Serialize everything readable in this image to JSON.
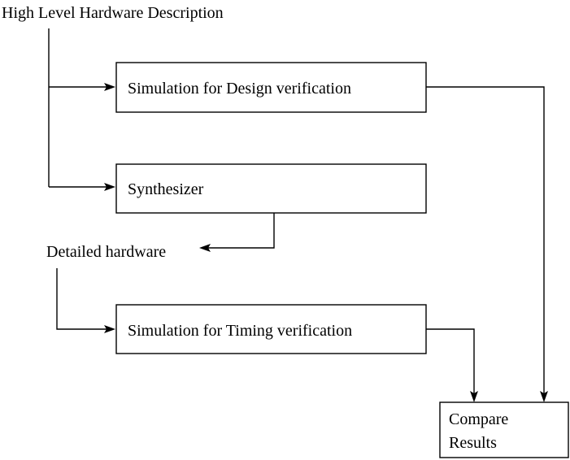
{
  "diagram": {
    "title_label": "High Level Hardware Description",
    "intermediate_label": "Detailed hardware",
    "boxes": [
      {
        "id": "simulation-design-verification",
        "label": "Simulation for Design verification"
      },
      {
        "id": "synthesizer",
        "label": "Synthesizer"
      },
      {
        "id": "simulation-timing-verification",
        "label": "Simulation for Timing verification"
      },
      {
        "id": "compare-results",
        "label_line1": "Compare",
        "label_line2": "Results"
      }
    ],
    "colors": {
      "background": "#ffffff",
      "stroke": "#000000",
      "text": "#000000"
    }
  }
}
